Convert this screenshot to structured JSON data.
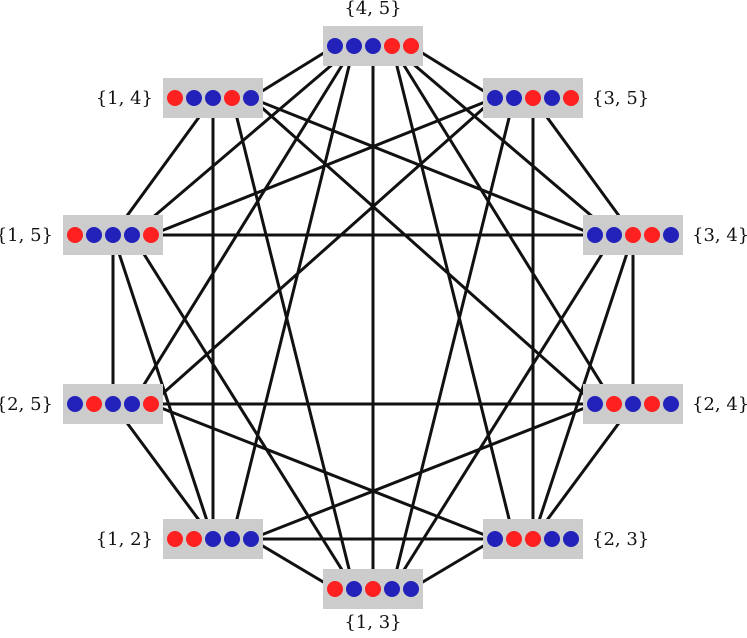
{
  "colors": {
    "red": "#ff2020",
    "blue": "#2222bb",
    "box": "#cccccc",
    "edge": "#111111"
  },
  "nodes": [
    {
      "id": "n45",
      "label": "{4, 5}",
      "pattern": [
        "blue",
        "blue",
        "blue",
        "red",
        "red"
      ]
    },
    {
      "id": "n35",
      "label": "{3, 5}",
      "pattern": [
        "blue",
        "blue",
        "red",
        "blue",
        "red"
      ]
    },
    {
      "id": "n34",
      "label": "{3, 4}",
      "pattern": [
        "blue",
        "blue",
        "red",
        "red",
        "blue"
      ]
    },
    {
      "id": "n24",
      "label": "{2, 4}",
      "pattern": [
        "blue",
        "red",
        "blue",
        "red",
        "blue"
      ]
    },
    {
      "id": "n23",
      "label": "{2, 3}",
      "pattern": [
        "blue",
        "red",
        "red",
        "blue",
        "blue"
      ]
    },
    {
      "id": "n13",
      "label": "{1, 3}",
      "pattern": [
        "red",
        "blue",
        "red",
        "blue",
        "blue"
      ]
    },
    {
      "id": "n12",
      "label": "{1, 2}",
      "pattern": [
        "red",
        "red",
        "blue",
        "blue",
        "blue"
      ]
    },
    {
      "id": "n25",
      "label": "{2, 5}",
      "pattern": [
        "blue",
        "red",
        "blue",
        "blue",
        "red"
      ]
    },
    {
      "id": "n15",
      "label": "{1, 5}",
      "pattern": [
        "red",
        "blue",
        "blue",
        "blue",
        "red"
      ]
    },
    {
      "id": "n14",
      "label": "{1, 4}",
      "pattern": [
        "red",
        "blue",
        "blue",
        "red",
        "blue"
      ]
    }
  ],
  "edges": [
    [
      "n45",
      "n14"
    ],
    [
      "n45",
      "n35"
    ],
    [
      "n45",
      "n34"
    ],
    [
      "n45",
      "n15"
    ],
    [
      "n45",
      "n25"
    ],
    [
      "n45",
      "n24"
    ],
    [
      "n45",
      "n23"
    ],
    [
      "n45",
      "n12"
    ],
    [
      "n45",
      "n13"
    ],
    [
      "n14",
      "n15"
    ],
    [
      "n14",
      "n34"
    ],
    [
      "n14",
      "n24"
    ],
    [
      "n14",
      "n12"
    ],
    [
      "n14",
      "n13"
    ],
    [
      "n35",
      "n15"
    ],
    [
      "n35",
      "n25"
    ],
    [
      "n35",
      "n34"
    ],
    [
      "n35",
      "n23"
    ],
    [
      "n35",
      "n13"
    ],
    [
      "n15",
      "n25"
    ],
    [
      "n15",
      "n12"
    ],
    [
      "n15",
      "n13"
    ],
    [
      "n15",
      "n34"
    ],
    [
      "n34",
      "n24"
    ],
    [
      "n34",
      "n23"
    ],
    [
      "n34",
      "n13"
    ],
    [
      "n25",
      "n12"
    ],
    [
      "n25",
      "n24"
    ],
    [
      "n25",
      "n23"
    ],
    [
      "n24",
      "n23"
    ],
    [
      "n24",
      "n12"
    ],
    [
      "n23",
      "n12"
    ],
    [
      "n23",
      "n13"
    ],
    [
      "n12",
      "n13"
    ]
  ]
}
